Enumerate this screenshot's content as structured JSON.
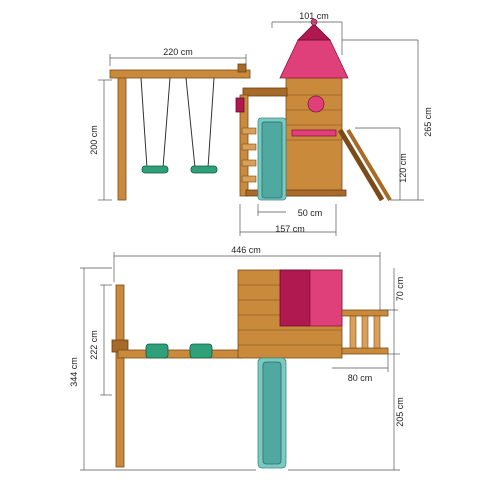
{
  "front_view": {
    "dim_width_swing": "220 cm",
    "dim_tower_roof": "101 cm",
    "dim_height_swing": "200 cm",
    "dim_total_height": "265 cm",
    "dim_platform_height": "120 cm",
    "dim_slide_base": "50 cm",
    "dim_tower_base": "157 cm"
  },
  "top_view": {
    "dim_total_length": "446 cm",
    "dim_total_depth": "344 cm",
    "dim_swing_beam": "222 cm",
    "dim_ladder_width": "70 cm",
    "dim_ladder_length": "80 cm",
    "dim_slide_length": "205 cm"
  },
  "colors": {
    "wood": "#c98a3c",
    "roof_pink": "#e0407a",
    "slide_teal": "#7cc9c2",
    "swing_seat": "#2fa07a"
  }
}
